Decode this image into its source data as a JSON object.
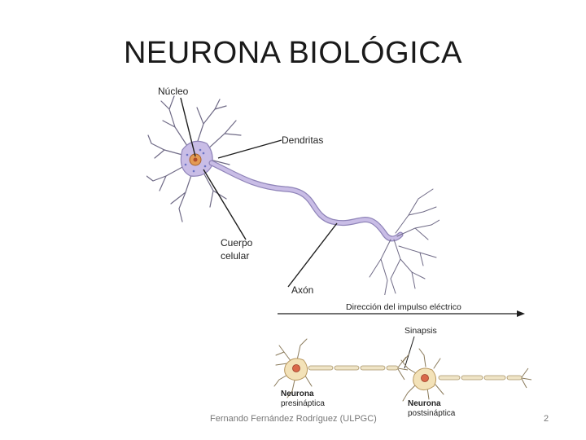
{
  "slide": {
    "title": "NEURONA BIOLÓGICA",
    "footer_author": "Fernando Fernández Rodríguez (ULPGC)",
    "page_number": "2"
  },
  "neuron_figure": {
    "labels": {
      "nucleus": "Núcleo",
      "dendrites": "Dendritas",
      "cell_body_line1": "Cuerpo",
      "cell_body_line2": "celular",
      "axon": "Axón"
    }
  },
  "synapse_figure": {
    "labels": {
      "direction": "Dirección del impulso eléctrico",
      "synapse": "Sinapsis",
      "pre_line1": "Neurona",
      "pre_line2": "presináptica",
      "post_line1": "Neurona",
      "post_line2": "postsináptica"
    }
  },
  "colors": {
    "membrane": "#c9bde6",
    "membrane_stroke": "#8f84b8",
    "dendrite": "#6f6a86",
    "nucleus": "#e39a52",
    "leader_line": "#1e1e1e"
  }
}
